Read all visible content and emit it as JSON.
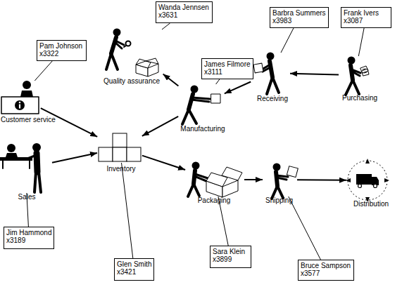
{
  "diagram": {
    "nodes": [
      {
        "text": [
          "Wanda Jennsen",
          "x3631"
        ]
      },
      {
        "text": [
          "Barbra Summers",
          "x3983"
        ]
      },
      {
        "text": [
          "Frank Ivers",
          "x3087"
        ]
      },
      {
        "text": [
          "Pam Johnson",
          "x3322"
        ]
      },
      {
        "text": [
          "James Filmore",
          "x3111"
        ]
      },
      {
        "text": [
          "Quality assurance"
        ]
      },
      {
        "text": [
          "Receiving"
        ]
      },
      {
        "text": [
          "Purchasing"
        ]
      },
      {
        "text": [
          "Manufacturing"
        ]
      },
      {
        "text": [
          "Customer service"
        ]
      },
      {
        "text": [
          "Inventory"
        ]
      },
      {
        "text": [
          "Sales"
        ]
      },
      {
        "text": [
          "Packaging"
        ]
      },
      {
        "text": [
          "Shipping"
        ]
      },
      {
        "text": [
          "Distribution"
        ]
      },
      {
        "text": [
          "Jim Hammond",
          "x3189"
        ]
      },
      {
        "text": [
          "Glen Smith",
          "x3421"
        ]
      },
      {
        "text": [
          "Sara Klein",
          "x3899"
        ]
      },
      {
        "text": [
          "Bruce Sampson",
          "x3577"
        ]
      }
    ],
    "edges": [
      {
        "from": 7,
        "to": 6,
        "arrow": "to"
      },
      {
        "from": 6,
        "to": 8,
        "arrow": "to"
      },
      {
        "from": 8,
        "to": 5,
        "arrow": "to"
      },
      {
        "from": 8,
        "to": 10,
        "arrow": "to"
      },
      {
        "from": 9,
        "to": 10,
        "arrow": "to"
      },
      {
        "from": 11,
        "to": 10,
        "arrow": "to"
      },
      {
        "from": 10,
        "to": 12,
        "arrow": "to"
      },
      {
        "from": 12,
        "to": 13,
        "arrow": "to"
      },
      {
        "from": 13,
        "to": 14,
        "arrow": "to"
      },
      {
        "from": 0,
        "to": 5,
        "arrow": "none"
      },
      {
        "from": 1,
        "to": 6,
        "arrow": "none"
      },
      {
        "from": 2,
        "to": 7,
        "arrow": "none"
      },
      {
        "from": 3,
        "to": 9,
        "arrow": "none"
      },
      {
        "from": 4,
        "to": 8,
        "arrow": "none"
      },
      {
        "from": 15,
        "to": 11,
        "arrow": "none"
      },
      {
        "from": 16,
        "to": 10,
        "arrow": "none"
      },
      {
        "from": 17,
        "to": 12,
        "arrow": "none"
      },
      {
        "from": 18,
        "to": 13,
        "arrow": "none"
      }
    ]
  }
}
